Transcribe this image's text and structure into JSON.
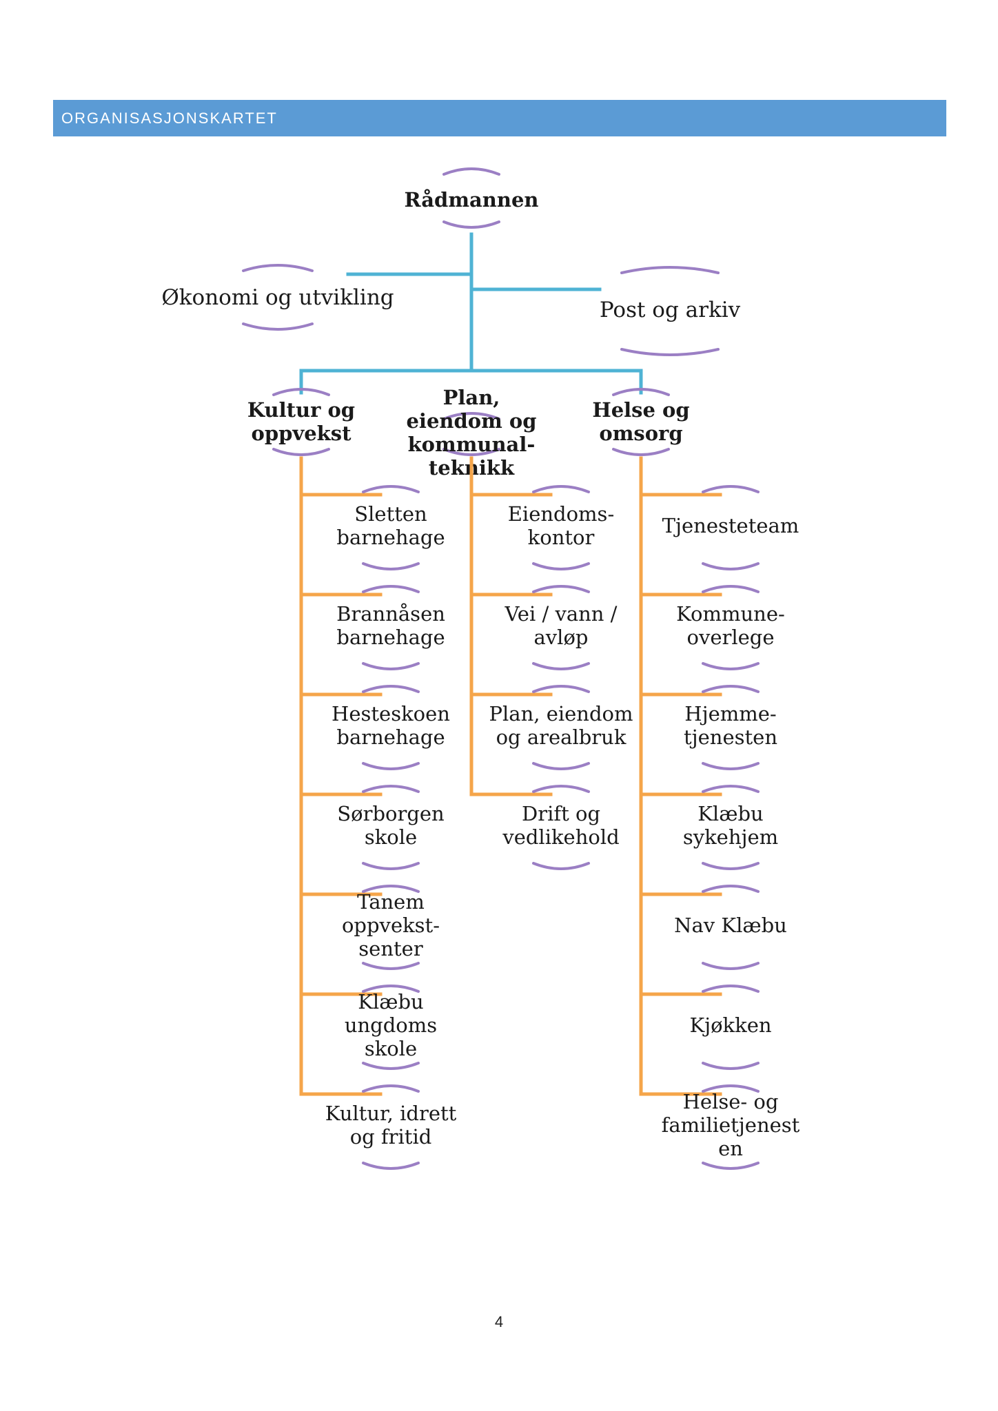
{
  "header": {
    "title": "ORGANISASJONSKARTET"
  },
  "colors": {
    "header_bg": "#5b9bd5",
    "top_connector": "#4fb3d4",
    "branch_connector": "#f5a54a",
    "arc": "#9b7fc4"
  },
  "org": {
    "root": {
      "lines": [
        "Rådmannen"
      ]
    },
    "staff": [
      {
        "lines": [
          "Økonomi og utvikling"
        ]
      },
      {
        "lines": [
          "Post og arkiv"
        ]
      }
    ],
    "divisions": [
      {
        "lines": [
          "Kultur og",
          "oppvekst"
        ],
        "units": [
          {
            "lines": [
              "Sletten",
              "barnehage"
            ]
          },
          {
            "lines": [
              "Brannåsen",
              "barnehage"
            ]
          },
          {
            "lines": [
              "Hesteskoen",
              "barnehage"
            ]
          },
          {
            "lines": [
              "Sørborgen",
              "skole"
            ]
          },
          {
            "lines": [
              "Tanem",
              "oppvekst-",
              "senter"
            ]
          },
          {
            "lines": [
              "Klæbu",
              "ungdoms",
              "skole"
            ]
          },
          {
            "lines": [
              "Kultur, idrett",
              "og fritid"
            ]
          }
        ]
      },
      {
        "lines": [
          "Plan,",
          "eiendom og",
          "kommunal-",
          "teknikk"
        ],
        "units": [
          {
            "lines": [
              "Eiendoms-",
              "kontor"
            ]
          },
          {
            "lines": [
              "Vei / vann /",
              "avløp"
            ]
          },
          {
            "lines": [
              "Plan, eiendom",
              "og arealbruk"
            ]
          },
          {
            "lines": [
              "Drift og",
              "vedlikehold"
            ]
          }
        ]
      },
      {
        "lines": [
          "Helse og",
          "omsorg"
        ],
        "units": [
          {
            "lines": [
              "Tjenesteteam"
            ]
          },
          {
            "lines": [
              "Kommune-",
              "overlege"
            ]
          },
          {
            "lines": [
              "Hjemme-",
              "tjenesten"
            ]
          },
          {
            "lines": [
              "Klæbu",
              "sykehjem"
            ]
          },
          {
            "lines": [
              "Nav Klæbu"
            ]
          },
          {
            "lines": [
              "Kjøkken"
            ]
          },
          {
            "lines": [
              "Helse- og",
              "familietjenest",
              "en"
            ]
          }
        ]
      }
    ]
  },
  "footer": {
    "page_number": "4"
  }
}
